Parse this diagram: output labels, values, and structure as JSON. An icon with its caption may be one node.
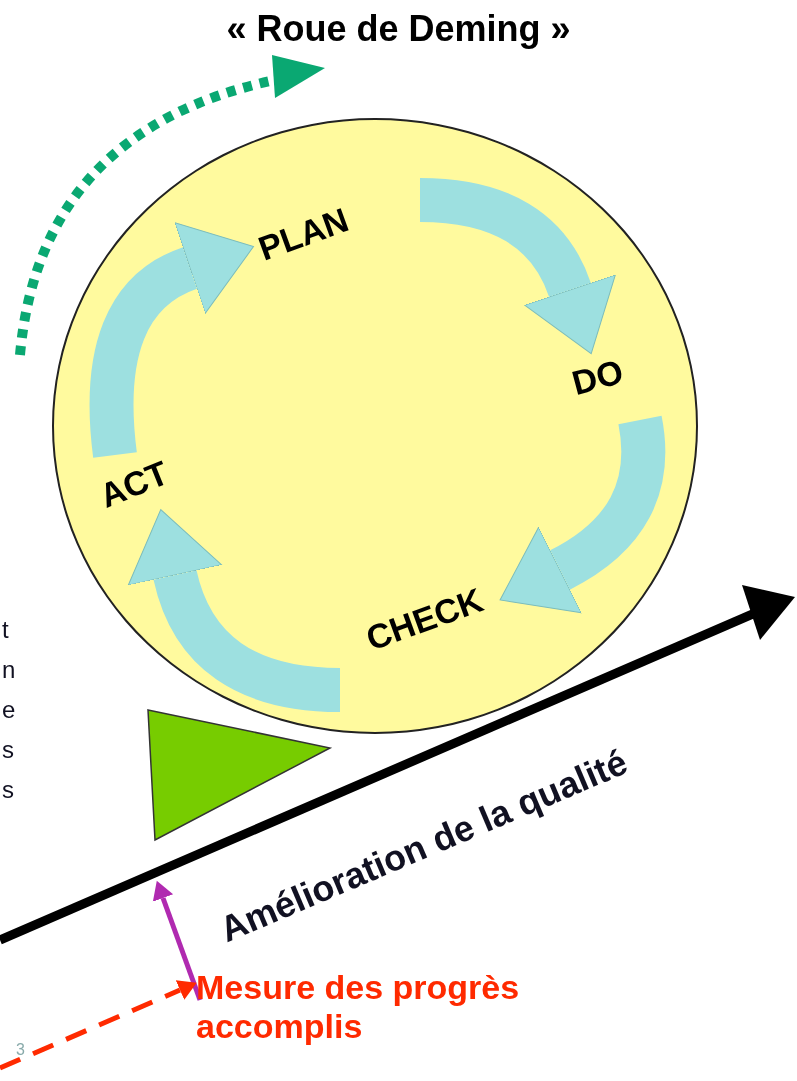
{
  "diagram": {
    "title": "« Roue de Deming »",
    "nodes": [
      {
        "text": [],
        "shape": "circle"
      },
      {
        "text": [
          "PLAN"
        ],
        "in": 0
      },
      {
        "text": [
          "DO"
        ],
        "in": 0
      },
      {
        "text": [
          "CHECK"
        ],
        "in": 0
      },
      {
        "text": [
          "ACT"
        ],
        "in": 0
      },
      {
        "text": [
          "Mesure des progrès accomplis"
        ]
      }
    ],
    "edges": [
      {
        "from": 4,
        "to": 1,
        "arrow": "to"
      },
      {
        "from": 1,
        "to": 2,
        "arrow": "to"
      },
      {
        "from": 2,
        "to": 3,
        "arrow": "to"
      },
      {
        "from": 3,
        "to": 4,
        "arrow": "to"
      },
      {
        "from": 5,
        "to": null,
        "arrow": "to",
        "color": "#b02ab0"
      },
      {
        "from": null,
        "to": 5,
        "arrow": "to",
        "style": "dashed",
        "color": "#ff2a00"
      }
    ],
    "labels": [
      "Amélioration de la qualité",
      "t",
      "n",
      "e",
      "s",
      "s",
      "3"
    ]
  }
}
